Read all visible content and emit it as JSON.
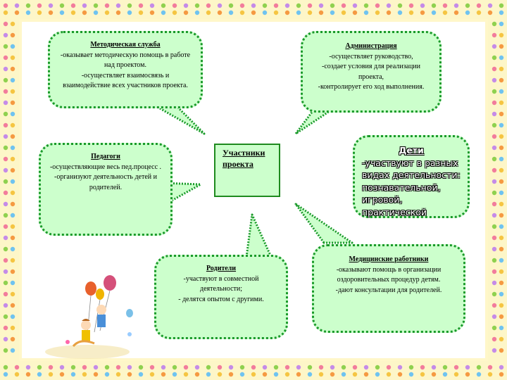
{
  "center": {
    "label": "Участники проекта "
  },
  "metod": {
    "title": "Методическая служба",
    "lines": [
      "-оказывает методическую помощь в работе над проектом.",
      "-осуществляет взаимосвязь и взаимодействие всех участников проекта."
    ]
  },
  "admin": {
    "title": "Администрация ",
    "lines": [
      "-осуществляет руководство,",
      "-создает условия для реализации проекта,",
      "-контролирует его ход выполнения."
    ]
  },
  "pedagogi": {
    "title": "Педагоги ",
    "lines": [
      "-осуществляющие весь пед.процесс .",
      "-организуют деятельность детей и родителей."
    ]
  },
  "deti": {
    "title": "Дети",
    "lines": [
      "-участвуют в разных видах деятельности: познавательной, игровой, практической"
    ]
  },
  "roditeli": {
    "title": "Родители ",
    "lines": [
      "-участвуют в  совместной деятельности;",
      "- делятся опытом с другими."
    ]
  },
  "med": {
    "title": "Медицинские работники ",
    "lines": [
      "-оказывают помощь в организации оздоровительных процедур детям.",
      "-дают консультации для родителей."
    ]
  },
  "colors": {
    "bubble_fill": "#ccffcc",
    "bubble_border": "#1a9a2a",
    "frame": "#fdf6c8"
  }
}
